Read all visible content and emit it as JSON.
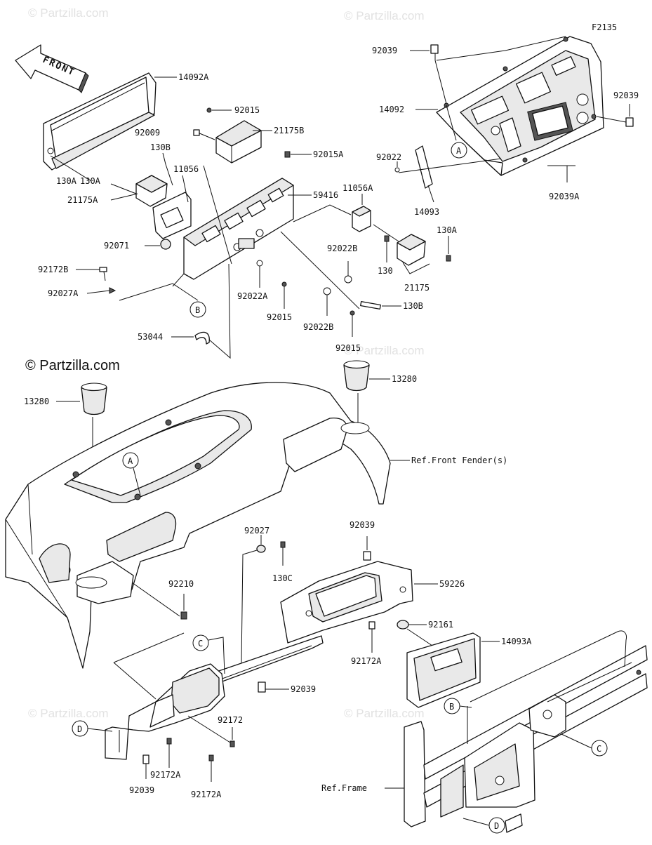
{
  "figure_code": "F2135",
  "copyright": "© Partzilla.com",
  "watermark": "© Partzilla.com",
  "front_arrow": "FRONT",
  "labels": {
    "p14092A": "14092A",
    "p130A_a": "130A",
    "p92015_a": "92015",
    "p92009": "92009",
    "p21175B": "21175B",
    "p130B_a": "130B",
    "p11056": "11056",
    "p21175A": "21175A",
    "p92015A": "92015A",
    "p59416": "59416",
    "p92071": "92071",
    "p92172B": "92172B",
    "p92027A": "92027A",
    "p92022A": "92022A",
    "p92015_b": "92015",
    "p92022B_a": "92022B",
    "p92022B_b": "92022B",
    "p92015_c": "92015",
    "p130B_b": "130B",
    "p53044": "53044",
    "p92039_a": "92039",
    "p14092": "14092",
    "p92039_b": "92039",
    "p92022": "92022",
    "p11056A": "11056A",
    "p14093": "14093",
    "p92039A": "92039A",
    "p130A_b": "130A",
    "p130": "130",
    "p21175": "21175",
    "p13280_a": "13280",
    "p13280_b": "13280",
    "ref_fender": "Ref.Front Fender(s)",
    "p92027": "92027",
    "p130C": "130C",
    "p92039_c": "92039",
    "p59226": "59226",
    "p92210": "92210",
    "p92161": "92161",
    "p92172A_a": "92172A",
    "p14093A": "14093A",
    "p92039_d": "92039",
    "p92172": "92172",
    "p92172A_b": "92172A",
    "p92172A_c": "92172A",
    "p92039_e": "92039",
    "ref_frame": "Ref.Frame"
  },
  "callouts": {
    "A1": "A",
    "A2": "A",
    "B1": "B",
    "B2": "B",
    "C1": "C",
    "C2": "C",
    "D1": "D",
    "D2": "D"
  }
}
